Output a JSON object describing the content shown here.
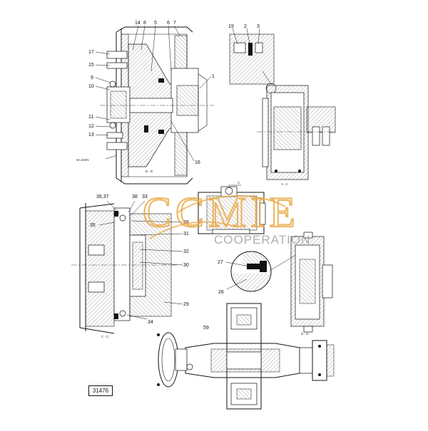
{
  "drawing": {
    "reference_number": "31476",
    "section_labels": {
      "b_b": "B - B",
      "a_a": "A - A",
      "c_c": "C - C",
      "d_d": "D - D",
      "c_arrow": "C"
    },
    "weld_note": "W=400N",
    "callouts_top_left": [
      "14",
      "8",
      "5",
      "6",
      "7",
      "17",
      "15",
      "9",
      "10",
      "11",
      "12",
      "13",
      "1",
      "16"
    ],
    "callouts_top_right": [
      "19",
      "2",
      "3"
    ],
    "callouts_mid_left": [
      "36,37",
      "38",
      "33",
      "28",
      "31",
      "35",
      "32",
      "30",
      "29",
      "34"
    ],
    "callouts_mid_right": [
      "27",
      "26"
    ],
    "callouts_bottom": [
      "59"
    ]
  },
  "watermark": {
    "brand": "CCMIE",
    "tagline": "COOPERATION",
    "color": "#e7a43a"
  },
  "colors": {
    "line": "#111111",
    "hatch": "#666666",
    "background": "#ffffff"
  }
}
